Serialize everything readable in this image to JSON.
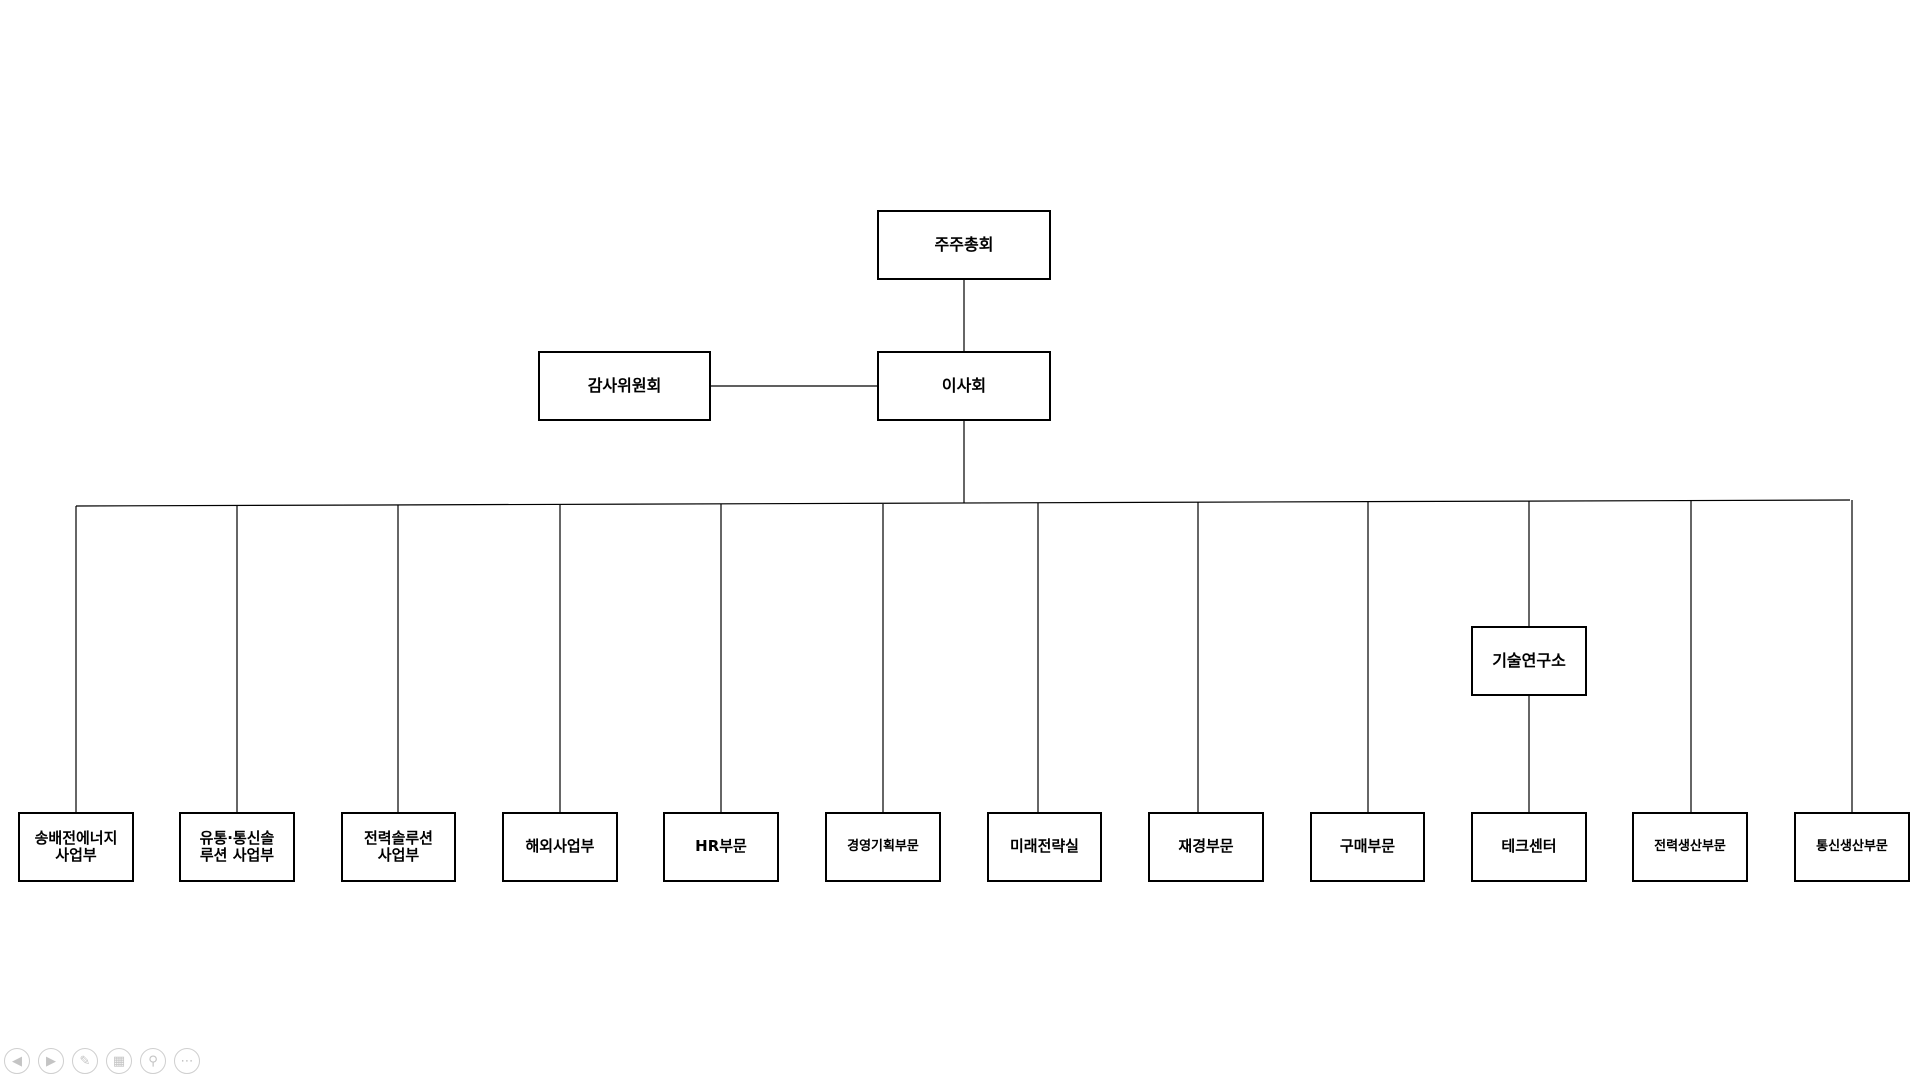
{
  "org": {
    "shareholders": "주주총회",
    "board": "이사회",
    "audit": "감사위원회",
    "lab": "기술연구소",
    "departments": [
      "송배전에너지\n사업부",
      "유통·통신솔\n루션 사업부",
      "전력솔루션\n사업부",
      "해외사업부",
      "HR부문",
      "경영기획부문",
      "미래전략실",
      "재경부문",
      "구매부문",
      "테크센터",
      "전력생산부문",
      "통신생산부문"
    ]
  },
  "toolbar": {
    "icons": [
      "previous-icon",
      "next-icon",
      "pen-icon",
      "slides-icon",
      "zoom-icon",
      "more-icon"
    ]
  }
}
